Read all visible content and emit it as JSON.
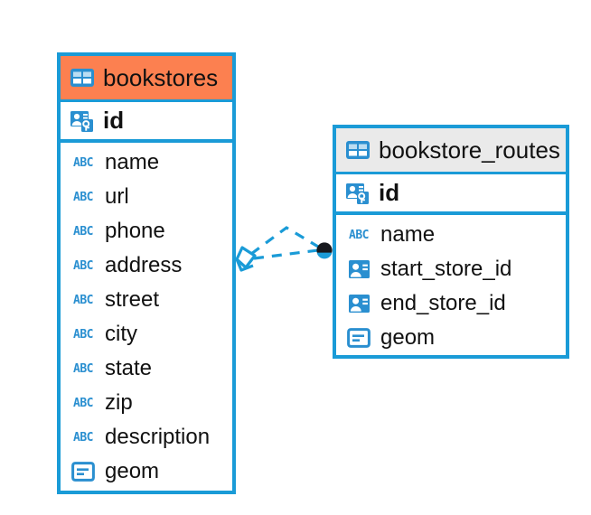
{
  "diagram": {
    "type": "entity-relationship-diagram",
    "colors": {
      "border": "#1A9BD7",
      "header_accent": "#FC8050",
      "header_muted": "#EAEAEA",
      "icon_blue": "#2A8FD0",
      "relationship_line": "#1A9BD7",
      "endpoint_fill": "#16181D",
      "text": "#111111",
      "background": "#FFFFFF"
    },
    "entities": [
      {
        "name": "bookstores",
        "header_style": "accent",
        "table_icon": "table-icon",
        "primary_key": {
          "label": "id",
          "icon": "primary-key-icon"
        },
        "fields": [
          {
            "label": "name",
            "icon": "abc-text-icon",
            "type_glyph": "ABC"
          },
          {
            "label": "url",
            "icon": "abc-text-icon",
            "type_glyph": "ABC"
          },
          {
            "label": "phone",
            "icon": "abc-text-icon",
            "type_glyph": "ABC"
          },
          {
            "label": "address",
            "icon": "abc-text-icon",
            "type_glyph": "ABC"
          },
          {
            "label": "street",
            "icon": "abc-text-icon",
            "type_glyph": "ABC"
          },
          {
            "label": "city",
            "icon": "abc-text-icon",
            "type_glyph": "ABC"
          },
          {
            "label": "state",
            "icon": "abc-text-icon",
            "type_glyph": "ABC"
          },
          {
            "label": "zip",
            "icon": "abc-text-icon",
            "type_glyph": "ABC"
          },
          {
            "label": "description",
            "icon": "abc-text-icon",
            "type_glyph": "ABC"
          },
          {
            "label": "geom",
            "icon": "geometry-icon",
            "type_glyph": ""
          }
        ]
      },
      {
        "name": "bookstore_routes",
        "header_style": "muted",
        "table_icon": "table-icon",
        "primary_key": {
          "label": "id",
          "icon": "primary-key-icon"
        },
        "fields": [
          {
            "label": "name",
            "icon": "abc-text-icon",
            "type_glyph": "ABC"
          },
          {
            "label": "start_store_id",
            "icon": "foreign-key-icon",
            "type_glyph": ""
          },
          {
            "label": "end_store_id",
            "icon": "foreign-key-icon",
            "type_glyph": ""
          },
          {
            "label": "geom",
            "icon": "geometry-icon",
            "type_glyph": ""
          }
        ]
      }
    ],
    "relationship": {
      "from_entity": "bookstores",
      "to_entity": "bookstore_routes",
      "line_style": "dashed",
      "source_marker": "diamond-marker",
      "target_marker": "filled-circle-marker"
    }
  }
}
